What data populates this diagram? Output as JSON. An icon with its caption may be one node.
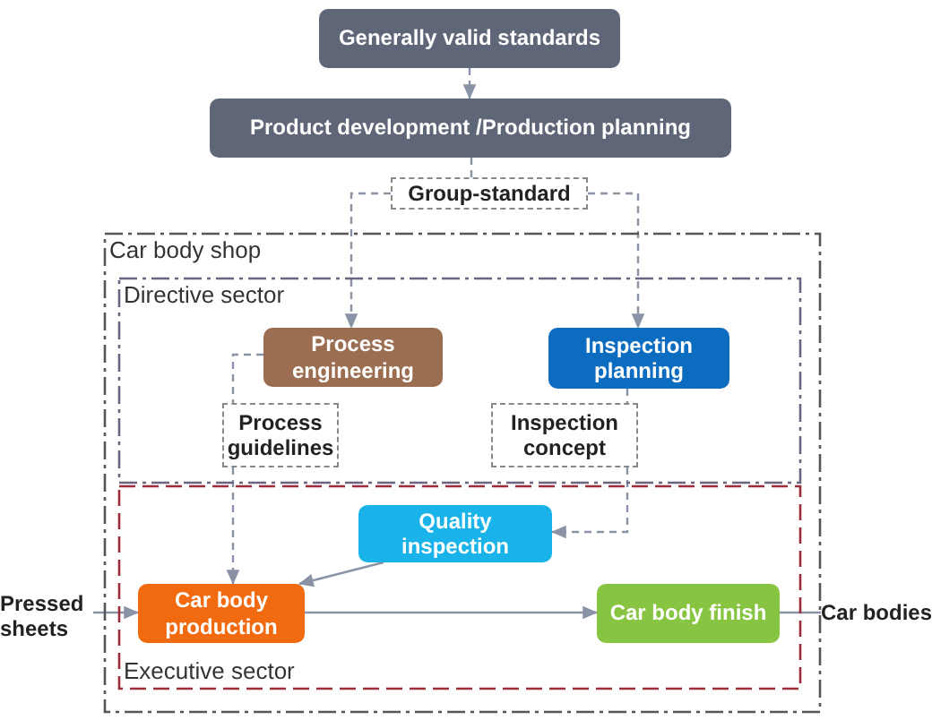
{
  "diagram": {
    "nodes": [
      {
        "text": [
          "Generally valid standards"
        ]
      },
      {
        "text": [
          "Product development /Production planning"
        ]
      },
      {
        "text": [
          "Group-standard"
        ]
      },
      {
        "text": [
          "Car body shop"
        ]
      },
      {
        "text": [
          "Directive sector"
        ],
        "in": 3
      },
      {
        "text": [
          "Process engineering"
        ],
        "in": 4
      },
      {
        "text": [
          "Inspection planning"
        ],
        "in": 4
      },
      {
        "text": [
          "Process guidelines"
        ],
        "in": 4
      },
      {
        "text": [
          "Inspection concept"
        ],
        "in": 4
      },
      {
        "text": [
          "Executive sector"
        ],
        "in": 3
      },
      {
        "text": [
          "Quality inspection"
        ],
        "in": 9
      },
      {
        "text": [
          "Car body production"
        ],
        "in": 9
      },
      {
        "text": [
          "Car body finish"
        ],
        "in": 9
      },
      {
        "text": [
          "Pressed sheets"
        ]
      },
      {
        "text": [
          "Car bodies"
        ]
      }
    ],
    "edges": [
      {
        "from": 0,
        "to": 1,
        "arrow": "to",
        "style": "dashed"
      },
      {
        "from": 1,
        "to": 2,
        "arrow": "none",
        "style": "dashed"
      },
      {
        "from": 2,
        "to": 5,
        "arrow": "to",
        "style": "dashed"
      },
      {
        "from": 2,
        "to": 6,
        "arrow": "to",
        "style": "dashed"
      },
      {
        "from": 5,
        "to": 7,
        "arrow": "none",
        "style": "dashed"
      },
      {
        "from": 7,
        "to": 11,
        "arrow": "to",
        "style": "dashed"
      },
      {
        "from": 6,
        "to": 8,
        "arrow": "none",
        "style": "dashed"
      },
      {
        "from": 8,
        "to": 10,
        "arrow": "to",
        "style": "dashed"
      },
      {
        "from": 10,
        "to": 11,
        "arrow": "to"
      },
      {
        "from": 11,
        "to": 12,
        "arrow": "to"
      },
      {
        "from": 13,
        "to": 11,
        "arrow": "to"
      },
      {
        "from": 12,
        "to": 14,
        "arrow": "none"
      }
    ]
  }
}
